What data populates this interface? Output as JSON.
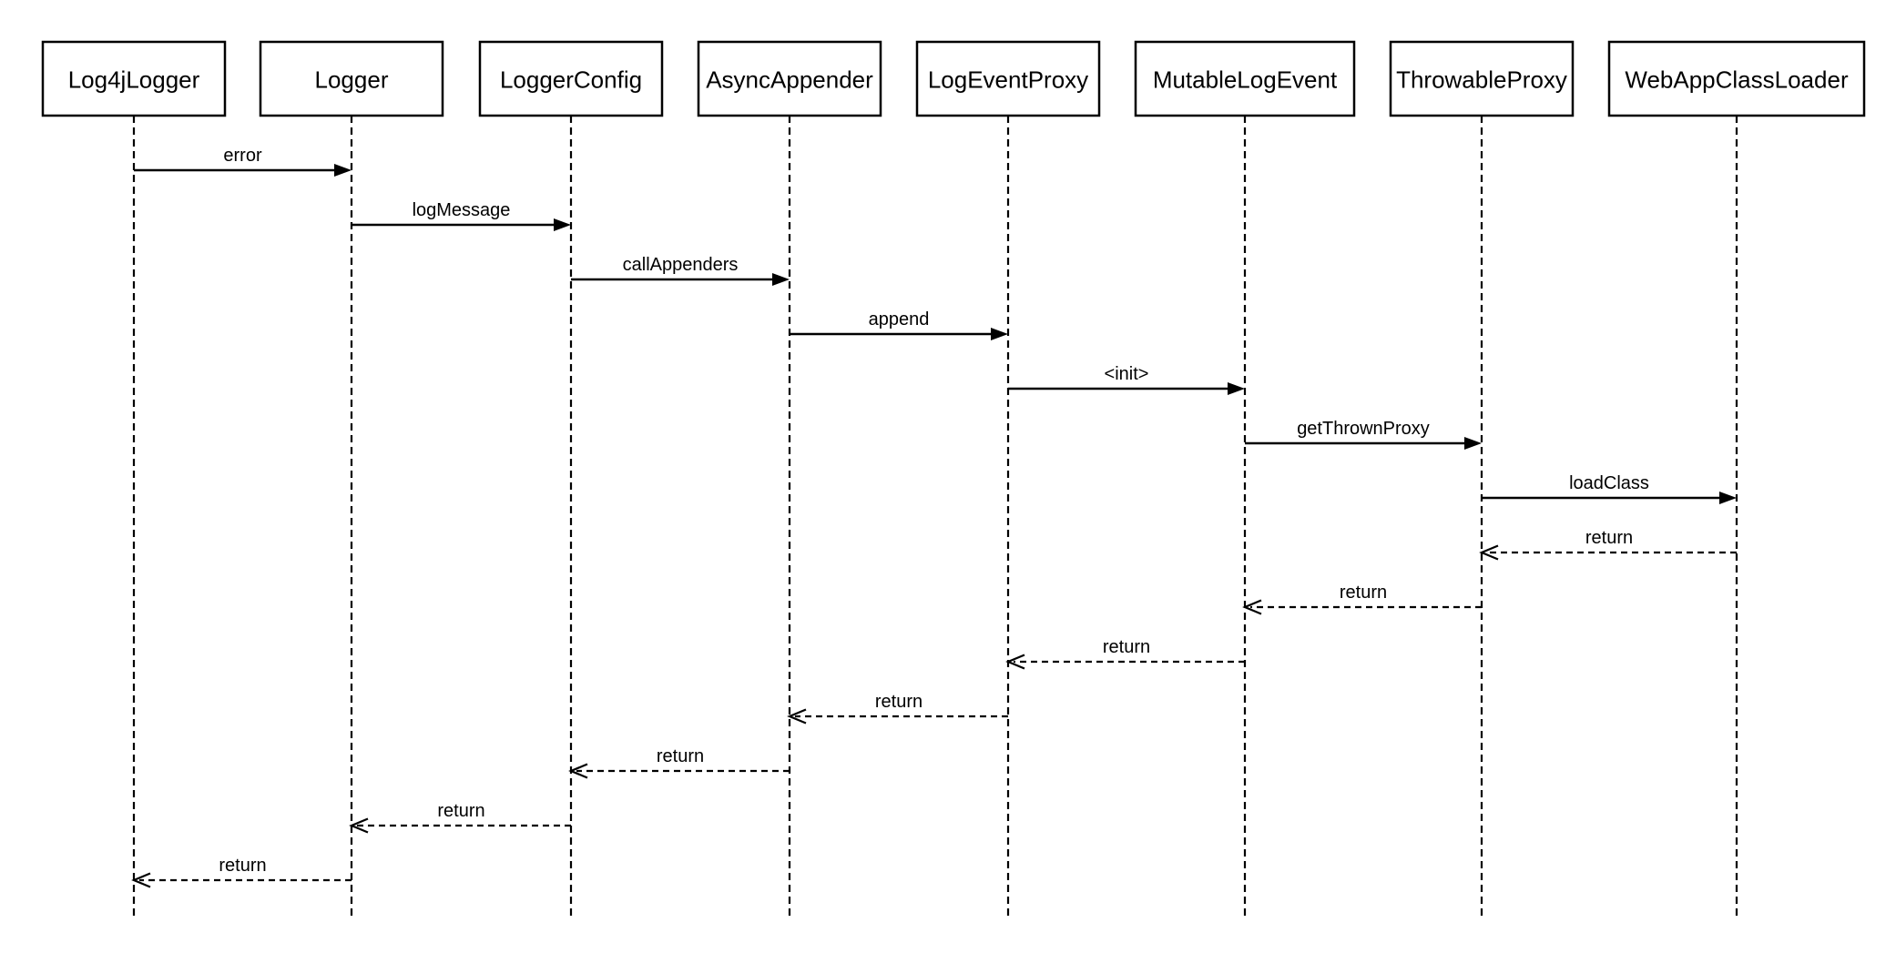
{
  "diagram": {
    "type": "uml-sequence",
    "colors": {
      "background": "#ffffff",
      "line": "#000000",
      "text": "#000000"
    },
    "participants": [
      {
        "name": "Log4jLogger"
      },
      {
        "name": "Logger"
      },
      {
        "name": "LoggerConfig"
      },
      {
        "name": "AsyncAppender"
      },
      {
        "name": "LogEventProxy"
      },
      {
        "name": "MutableLogEvent"
      },
      {
        "name": "ThrowableProxy"
      },
      {
        "name": "WebAppClassLoader"
      }
    ],
    "messages": [
      {
        "label": "error",
        "from": "Log4jLogger",
        "to": "Logger",
        "kind": "call"
      },
      {
        "label": "logMessage",
        "from": "Logger",
        "to": "LoggerConfig",
        "kind": "call"
      },
      {
        "label": "callAppenders",
        "from": "LoggerConfig",
        "to": "AsyncAppender",
        "kind": "call"
      },
      {
        "label": "append",
        "from": "AsyncAppender",
        "to": "LogEventProxy",
        "kind": "call"
      },
      {
        "label": "<init>",
        "from": "LogEventProxy",
        "to": "MutableLogEvent",
        "kind": "call"
      },
      {
        "label": "getThrownProxy",
        "from": "MutableLogEvent",
        "to": "ThrowableProxy",
        "kind": "call"
      },
      {
        "label": "loadClass",
        "from": "ThrowableProxy",
        "to": "WebAppClassLoader",
        "kind": "call"
      },
      {
        "label": "return",
        "from": "WebAppClassLoader",
        "to": "ThrowableProxy",
        "kind": "return"
      },
      {
        "label": "return",
        "from": "ThrowableProxy",
        "to": "MutableLogEvent",
        "kind": "return"
      },
      {
        "label": "return",
        "from": "MutableLogEvent",
        "to": "LogEventProxy",
        "kind": "return"
      },
      {
        "label": "return",
        "from": "LogEventProxy",
        "to": "AsyncAppender",
        "kind": "return"
      },
      {
        "label": "return",
        "from": "AsyncAppender",
        "to": "LoggerConfig",
        "kind": "return"
      },
      {
        "label": "return",
        "from": "LoggerConfig",
        "to": "Logger",
        "kind": "return"
      },
      {
        "label": "return",
        "from": "Logger",
        "to": "Log4jLogger",
        "kind": "return"
      }
    ]
  }
}
